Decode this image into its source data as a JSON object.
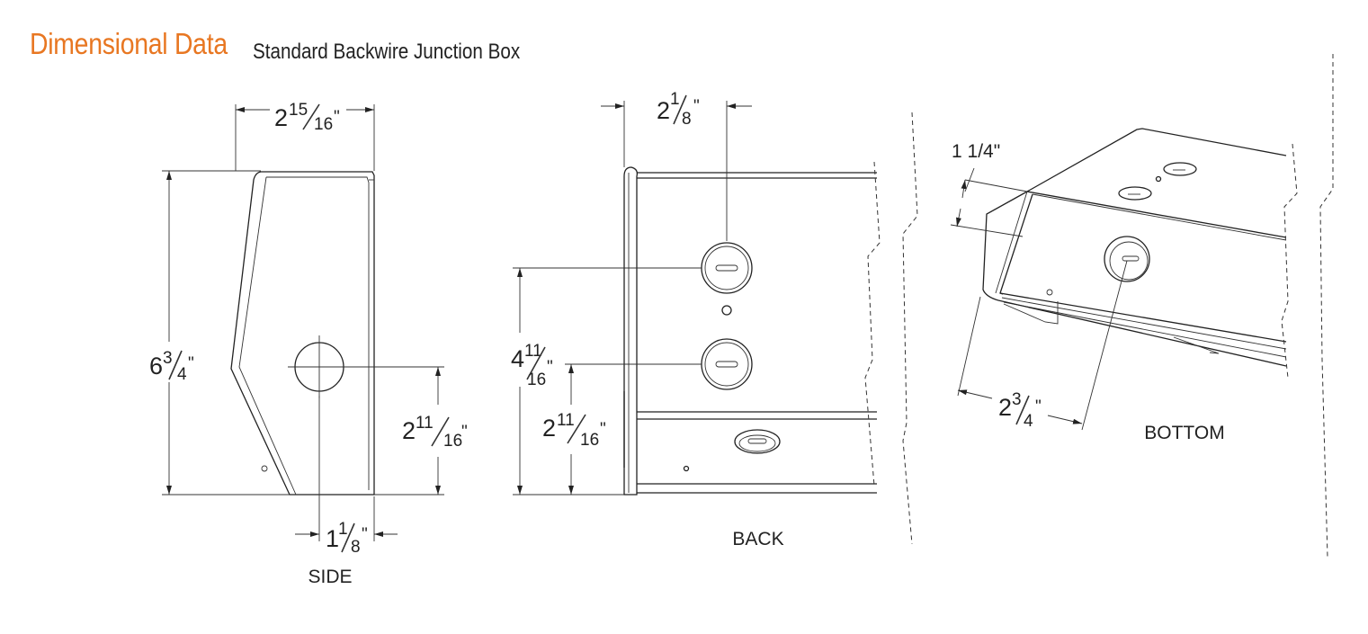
{
  "header": {
    "title": "Dimensional Data",
    "subtitle": "Standard Backwire Junction Box"
  },
  "views": {
    "side": {
      "label": "SIDE",
      "dims": {
        "width": {
          "whole": "2",
          "num": "15",
          "den": "16",
          "unit": "\""
        },
        "height": {
          "whole": "6",
          "num": "3",
          "den": "4",
          "unit": "\""
        },
        "knockout_height": {
          "whole": "2",
          "num": "11",
          "den": "16",
          "unit": "\""
        },
        "knockout_offset": {
          "whole": "1",
          "num": "1",
          "den": "8",
          "unit": "\""
        }
      }
    },
    "back": {
      "label": "BACK",
      "dims": {
        "knockout_offset": {
          "whole": "2",
          "num": "1",
          "den": "8",
          "unit": "\""
        },
        "upper_knockout": {
          "whole": "4",
          "num": "11",
          "den": "16",
          "unit": "\""
        },
        "lower_knockout": {
          "whole": "2",
          "num": "11",
          "den": "16",
          "unit": "\""
        }
      }
    },
    "bottom": {
      "label": "BOTTOM",
      "dims": {
        "depth": "1 1/4\"",
        "knockout_offset": {
          "whole": "2",
          "num": "3",
          "den": "4",
          "unit": "\""
        }
      }
    }
  },
  "colors": {
    "accent": "#e87722"
  }
}
